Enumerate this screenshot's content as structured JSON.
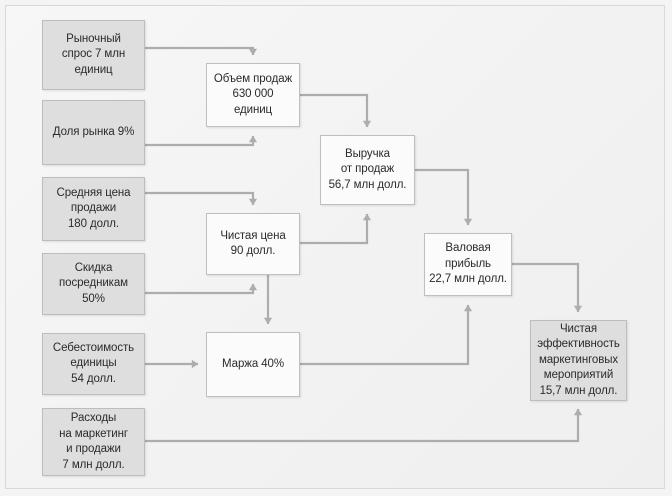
{
  "diagram": {
    "title": "Marketing effectiveness flowchart",
    "background_color": "#f2f2f2",
    "frame_border_color": "#d8d8d8",
    "input_node_fill": "#dedede",
    "calc_node_fill": "#fbfbfb",
    "node_border_color": "#bdbdbd",
    "connector_color": "#adadad",
    "text_color": "#2b2b2b",
    "nodes": [
      {
        "id": "market_demand",
        "kind": "input",
        "label": "Рыночный\nспрос 7 млн\nединиц"
      },
      {
        "id": "market_share",
        "kind": "input",
        "label": "Доля рынка 9%"
      },
      {
        "id": "avg_selling_price",
        "kind": "input",
        "label": "Средняя цена\nпродажи\n180 долл."
      },
      {
        "id": "trade_discount",
        "kind": "input",
        "label": "Скидка\nпосредникам\n50%"
      },
      {
        "id": "unit_cost",
        "kind": "input",
        "label": "Себестоимость\nединицы\n54 долл."
      },
      {
        "id": "marketing_spend",
        "kind": "input",
        "label": "Расходы\nна маркетинг\nи продажи\n7 млн долл."
      },
      {
        "id": "sales_volume",
        "kind": "calc",
        "label": "Объем продаж\n630 000\nединиц"
      },
      {
        "id": "sales_revenue",
        "kind": "calc",
        "label": "Выручка\nот продаж\n56,7 млн долл."
      },
      {
        "id": "net_price",
        "kind": "calc",
        "label": "Чистая цена\n90 долл."
      },
      {
        "id": "margin",
        "kind": "calc",
        "label": "Маржа 40%"
      },
      {
        "id": "gross_profit",
        "kind": "calc",
        "label": "Валовая\nприбыль\n22,7 млн долл."
      },
      {
        "id": "net_effectiveness",
        "kind": "input",
        "label": "Чистая\nэффективность\nмаркетинговых\nмероприятий\n15,7 млн долл."
      }
    ],
    "edges": [
      {
        "from": "market_demand",
        "to": "sales_volume"
      },
      {
        "from": "market_share",
        "to": "sales_volume"
      },
      {
        "from": "sales_volume",
        "to": "sales_revenue"
      },
      {
        "from": "avg_selling_price",
        "to": "net_price"
      },
      {
        "from": "trade_discount",
        "to": "net_price"
      },
      {
        "from": "net_price",
        "to": "sales_revenue"
      },
      {
        "from": "net_price",
        "to": "margin"
      },
      {
        "from": "unit_cost",
        "to": "margin"
      },
      {
        "from": "sales_revenue",
        "to": "gross_profit"
      },
      {
        "from": "margin",
        "to": "gross_profit"
      },
      {
        "from": "gross_profit",
        "to": "net_effectiveness"
      },
      {
        "from": "marketing_spend",
        "to": "net_effectiveness"
      }
    ]
  }
}
